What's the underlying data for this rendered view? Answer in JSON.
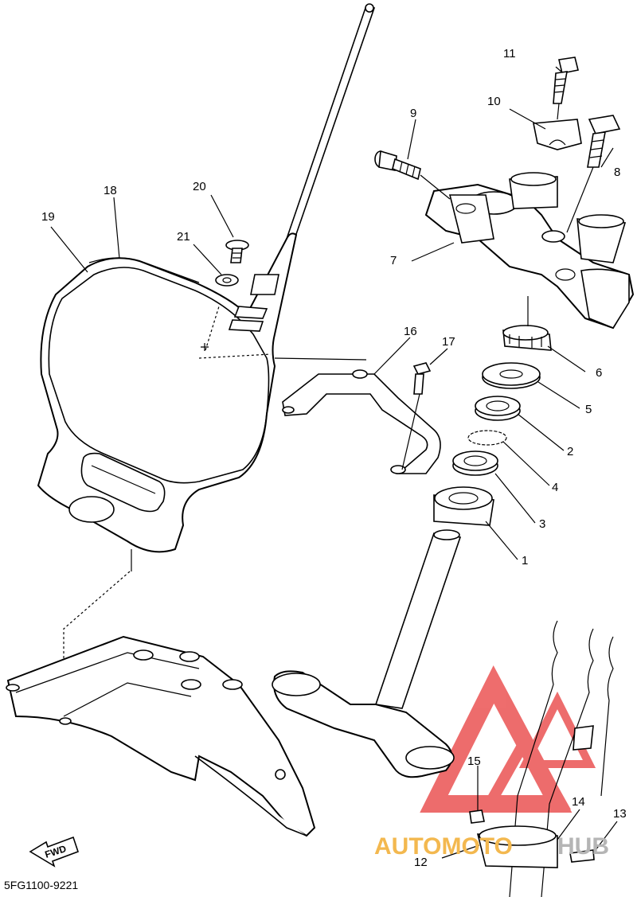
{
  "diagram": {
    "code": "5FG1100-9221",
    "fwd_label": "FWD",
    "watermark": {
      "part1": "AUTOMOTO",
      "part2": "HUB",
      "brand_color": "#f3b84f",
      "triangle_color": "#e83c3c"
    },
    "callouts": [
      {
        "n": "1"
      },
      {
        "n": "2"
      },
      {
        "n": "3"
      },
      {
        "n": "4"
      },
      {
        "n": "5"
      },
      {
        "n": "6"
      },
      {
        "n": "7"
      },
      {
        "n": "8"
      },
      {
        "n": "9"
      },
      {
        "n": "10"
      },
      {
        "n": "11"
      },
      {
        "n": "12"
      },
      {
        "n": "13"
      },
      {
        "n": "14"
      },
      {
        "n": "15"
      },
      {
        "n": "16"
      },
      {
        "n": "17"
      },
      {
        "n": "18"
      },
      {
        "n": "19"
      },
      {
        "n": "20"
      },
      {
        "n": "21"
      }
    ]
  }
}
